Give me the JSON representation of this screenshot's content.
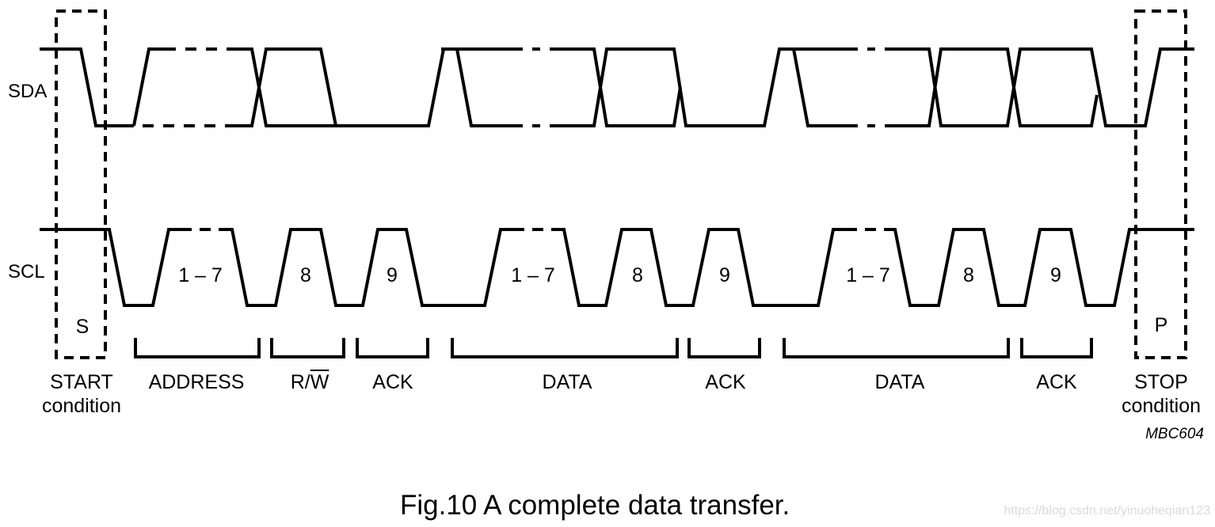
{
  "signals": {
    "sda": "SDA",
    "scl": "SCL"
  },
  "start_box": {
    "letter": "S",
    "label_line1": "START",
    "label_line2": "condition"
  },
  "stop_box": {
    "letter": "P",
    "label_line1": "STOP",
    "label_line2": "condition"
  },
  "clock_labels": [
    "1 – 7",
    "8",
    "9",
    "1 – 7",
    "8",
    "9",
    "1 – 7",
    "8",
    "9"
  ],
  "segments": [
    {
      "label": "ADDRESS"
    },
    {
      "label_r": "R/",
      "label_w": "W"
    },
    {
      "label": "ACK"
    },
    {
      "label": "DATA"
    },
    {
      "label": "ACK"
    },
    {
      "label": "DATA"
    },
    {
      "label": "ACK"
    }
  ],
  "figure_code": "MBC604",
  "caption": "Fig.10  A complete data transfer.",
  "watermark": "https://blog.csdn.net/yinuoheqian123",
  "colors": {
    "line": "#000000",
    "background": "#ffffff",
    "watermark": "#dadada"
  }
}
